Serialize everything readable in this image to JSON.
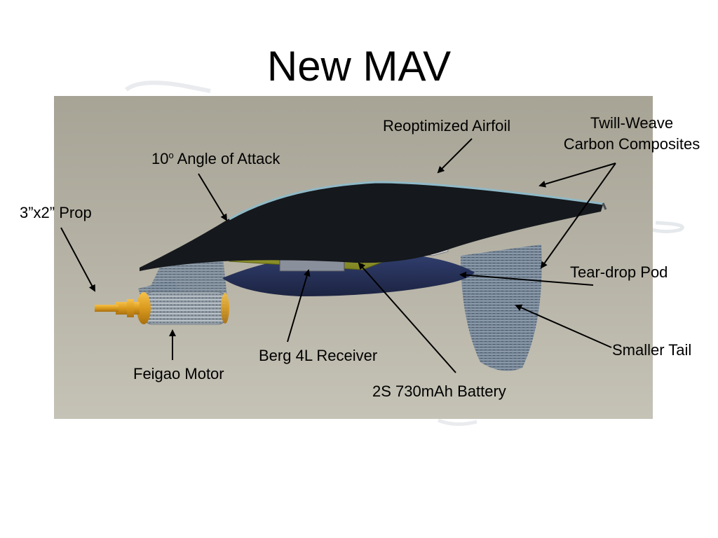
{
  "slide": {
    "title": "New MAV"
  },
  "labels": {
    "airfoil": "Reoptimized Airfoil",
    "twill_line1": "Twill-Weave",
    "twill_line2": "Carbon Composites",
    "angle_value": "10",
    "angle_sup": "o",
    "angle_text": " Angle of Attack",
    "prop": "3”x2” Prop",
    "pod": "Tear-drop Pod",
    "tail": "Smaller Tail",
    "receiver": "Berg 4L Receiver",
    "motor": "Feigao Motor",
    "battery": "2S 730mAh Battery"
  },
  "colors": {
    "background": "#ffffff",
    "render_bg": "#b4b1a4",
    "wing": "#15181c",
    "pod": "#1e2a55",
    "battery": "#9a9a2a",
    "motor_gold": "#d99a1e",
    "arrow": "#000000"
  }
}
